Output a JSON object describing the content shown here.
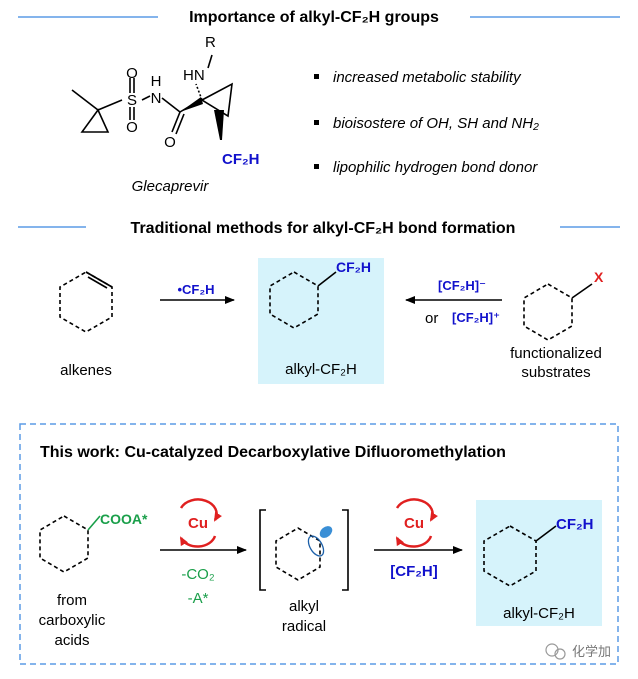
{
  "importance": {
    "title": "Importance of alkyl-CF₂H groups",
    "molecule": {
      "name": "Glecaprevir",
      "R": "R",
      "HN": "HN",
      "N": "N",
      "H": "H",
      "S": "S",
      "O1": "O",
      "O2": "O",
      "O3": "O",
      "cf2h": "CF₂H"
    },
    "bullets": [
      "increased metabolic stability",
      "bioisostere of OH, SH and NH₂",
      "lipophilic hydrogen bond donor"
    ]
  },
  "traditional": {
    "title": "Traditional methods for alkyl-CF₂H bond formation",
    "left_label": "alkenes",
    "radical_reagent": "•CF₂H",
    "product_label": "alkyl-CF₂H",
    "product_group": "CF₂H",
    "reagent_anion": "[CF₂H]⁻",
    "reagent_or": "or",
    "reagent_cation": "[CF₂H]⁺",
    "x_group": "X",
    "right_label_line1": "functionalized",
    "right_label_line2": "substrates"
  },
  "this_work": {
    "title": "This work:  Cu-catalyzed Decarboxylative Difluoromethylation",
    "acid_group": "COOA*",
    "acid_label": [
      "from",
      "carboxylic",
      "acids"
    ],
    "cu_label": "Cu",
    "loss_co2": "-CO₂",
    "loss_a": "-A*",
    "radical_label": [
      "alkyl",
      "radical"
    ],
    "reagent": "[CF₂H]",
    "product_group": "CF₂H",
    "product_label": "alkyl-CF₂H"
  },
  "watermark": "化学加",
  "colors": {
    "blue": "#1111cc",
    "green": "#1a9f4a",
    "red": "#e02020",
    "highlight": "#d6f3fb",
    "rule": "#5b9be6"
  }
}
